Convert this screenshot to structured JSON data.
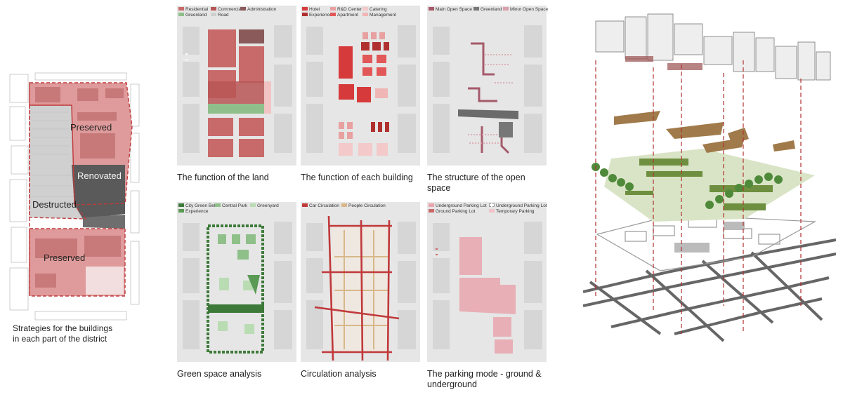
{
  "strategy": {
    "labels": {
      "preserved_top": "Preserved",
      "renovated": "Renovated",
      "destructed": "Destructed",
      "preserved_bottom": "Preserved"
    },
    "caption_line1": "Strategies for the buildings",
    "caption_line2": "in each part of the district",
    "colors": {
      "preserved": "#d98a8a",
      "renovated": "#555555",
      "destructed": "#cfcfcf",
      "boundary": "#c0393b"
    }
  },
  "panels": {
    "land": {
      "caption": "The function of the land",
      "legend": [
        "Residential",
        "Commercial",
        "Administration",
        "Greenland",
        "Road"
      ],
      "colors": {
        "residential": "#c96a6a",
        "commercial": "#b85555",
        "administration": "#8a5a5a",
        "greenland": "#8fbf8a",
        "road": "#cfcfcf"
      }
    },
    "building": {
      "caption": "The function of each building",
      "legend": [
        "Hotel",
        "R&D Center",
        "Catering",
        "Experience",
        "Apartment",
        "Management"
      ],
      "colors": {
        "hotel": "#d63a3a",
        "rd_center": "#e8a0a0",
        "catering": "#f3c9c9",
        "experience": "#b03030",
        "apartment": "#e25757",
        "management": "#f0b5b5"
      }
    },
    "openspace": {
      "caption_line1": "The structure of the open",
      "caption_line2": "space",
      "legend": [
        "Main Open Space",
        "Greenland",
        "Minor Open Space"
      ],
      "colors": {
        "main": "#a55a6a",
        "greenland": "#777777",
        "minor": "#d8a0aa"
      }
    },
    "green": {
      "caption": "Green space analysis",
      "legend": [
        "City Green Belt",
        "Central Park",
        "Greenyard",
        "Experience"
      ],
      "colors": {
        "belt": "#3d7a3a",
        "park": "#8fc08a",
        "yard": "#b9dcb3",
        "experience": "#5a9a55"
      }
    },
    "circulation": {
      "caption": "Circulation analysis",
      "legend": [
        "Car Circulation",
        "People Circulation"
      ],
      "colors": {
        "car": "#c0393b",
        "people": "#d7b78a"
      }
    },
    "parking": {
      "caption_line1": "The parking mode - ground &",
      "caption_line2": "underground",
      "legend": [
        "Underground Parking Lot",
        "Underground Parking Lot",
        "Ground Parking Lot",
        "Temporary Parking"
      ],
      "colors": {
        "underground": "#e8a5ad",
        "ground": "#c96a6a",
        "temporary": "#f1c3c8"
      }
    }
  },
  "axo": {
    "colors": {
      "buildings": "#eeeeee",
      "paths": "#a07a4a",
      "green": "#6e8f3f",
      "trees": "#4f8a3a",
      "footprints": "#dddddd",
      "roads": "#666666",
      "guides": "#b03030"
    }
  }
}
